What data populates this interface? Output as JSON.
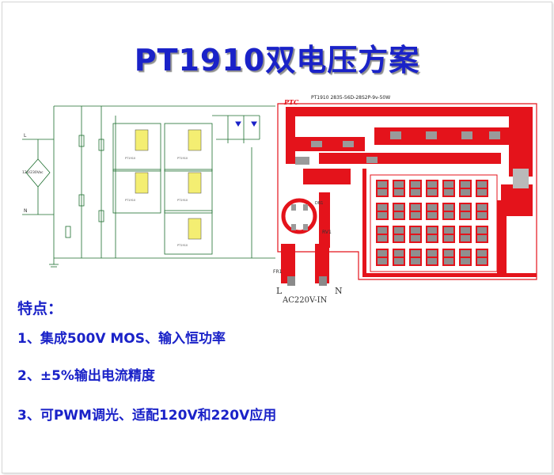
{
  "title": "PT1910双电压方案",
  "features": {
    "heading": "特点：",
    "items": [
      "1、集成500V MOS、输入恒功率",
      "2、±5%输出电流精度",
      "3、可PWM调光、适配120V和220V应用"
    ]
  },
  "schematic": {
    "ac_label": "120/230Vac",
    "node_L": "L",
    "node_N": "N"
  },
  "pcb": {
    "logo": "PTC",
    "board_label": "PT1910 2835-56D-28S2P-9v-50W",
    "terminal_L": "L",
    "terminal_N": "N",
    "input_label": "AC220V-IN",
    "fuse_label": "FR1",
    "varistor_label": "RV1",
    "bridge_label": "DB1"
  },
  "colors": {
    "title": "#1a22c8",
    "pcb_copper": "#e4131b",
    "pcb_pad": "#9a9a9a",
    "schematic_line": "#1c6e2e",
    "chip_fill": "#f4ee72"
  }
}
